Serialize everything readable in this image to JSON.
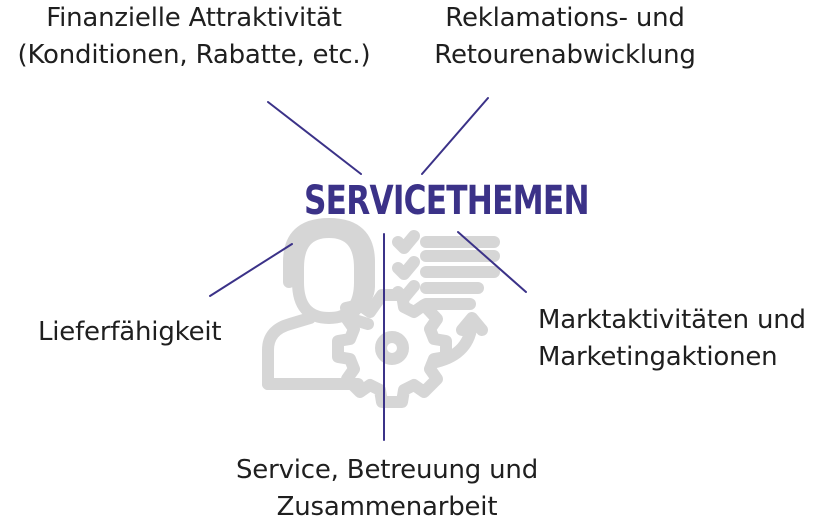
{
  "center_title": "SERVICETHEMEN",
  "colors": {
    "accent": "#3b3288",
    "icon": "#d6d6d6",
    "text": "#1f1f1f"
  },
  "topics": {
    "top_left": {
      "line1": "Finanzielle Attraktivität",
      "line2": "(Konditionen, Rabatte, etc.)"
    },
    "top_right": {
      "line1": "Reklamations- und",
      "line2": "Retourenabwicklung"
    },
    "left": {
      "line1": "Lieferfähigkeit"
    },
    "right": {
      "line1": "Marktaktivitäten und",
      "line2": "Marketingaktionen"
    },
    "bottom": {
      "line1": "Service, Betreuung und",
      "line2": "Zusammenarbeit"
    }
  },
  "icon_name": "customer-service-settings-checklist-icon"
}
